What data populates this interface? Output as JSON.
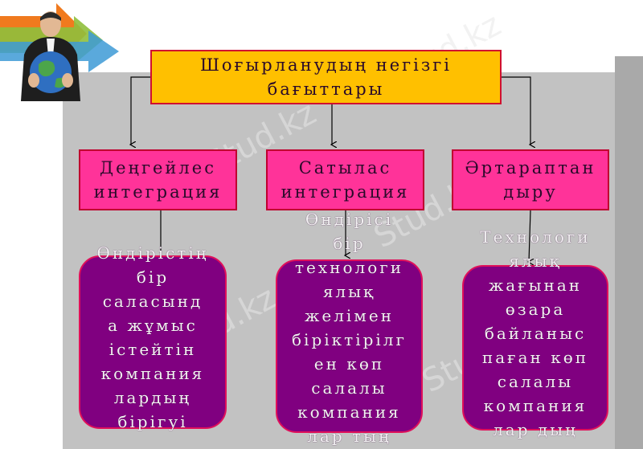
{
  "title": "Шоғырланудың негізгі бағыттары",
  "categories": [
    {
      "label": "Деңгейлес интеграция"
    },
    {
      "label": "Сатылас интеграция"
    },
    {
      "label": "Әртараптан дыру"
    }
  ],
  "descriptions": [
    {
      "text": "Өндірістің\nбір\nсаласынд\nа жұмыс\nістейтін\nкомпания\nлардың\nбірігуі"
    },
    {
      "text": "Өндірісі\nбір\nтехнологи\nялық\nжелімен\nбіріктірілг\nен көп\nсалалы\nкомпания\nлар тың"
    },
    {
      "text": "Технологи\nялық\nжағынан\nөзара\nбайланыс\nпаған көп\nсалалы\nкомпания\nлар дың"
    }
  ],
  "watermark": "Stud.kz",
  "colors": {
    "title_fill": "#ffc000",
    "category_fill": "#ff3399",
    "description_fill": "#800080",
    "border": "#d01030"
  }
}
